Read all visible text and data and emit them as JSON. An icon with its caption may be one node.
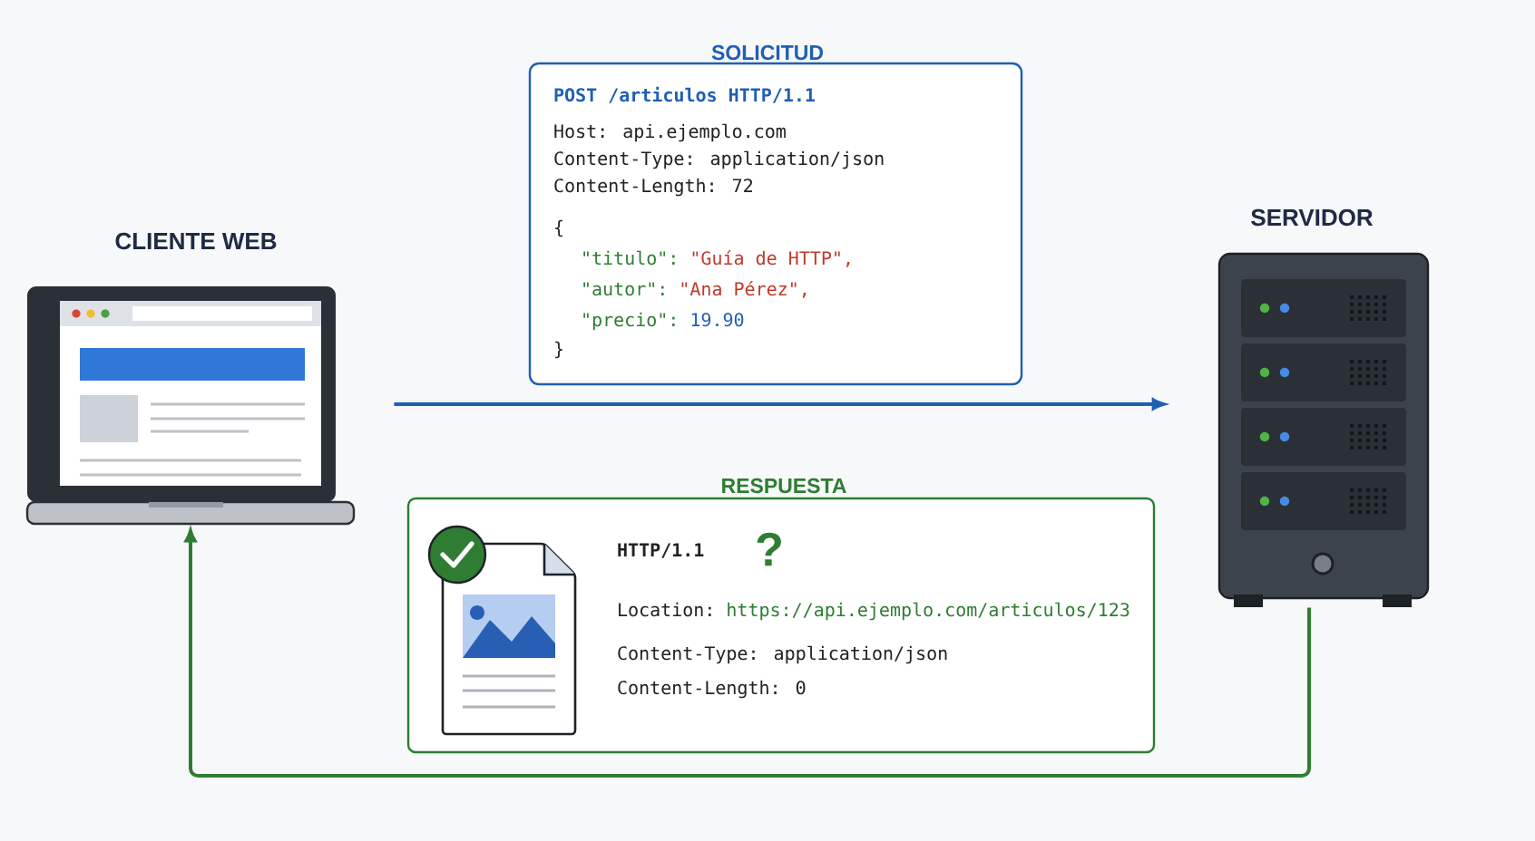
{
  "diagram": {
    "nodes": [
      {
        "text": [
          "CLIENTE WEB"
        ]
      },
      {
        "text": [
          "SERVIDOR"
        ]
      },
      {
        "text": [
          "SOLICITUD",
          "POST /articulos HTTP/1.1",
          "Host: api.ejemplo.com",
          "Content-Type: application/json",
          "Content-Length: 72",
          "{",
          "\"titulo\":",
          "\"Guía de HTTP\",",
          "\"autor\":",
          "\"Ana Pérez\",",
          "\"precio\":",
          "19.90",
          "}"
        ]
      },
      {
        "text": [
          "RESPUESTA",
          "HTTP/1.1",
          "?",
          "Location:",
          "https://api.ejemplo.com/articulos/123",
          "Content-Type: application/json",
          "Content-Length: 0"
        ]
      }
    ],
    "edges": [
      {
        "from": 0,
        "to": 1,
        "arrow": "to",
        "color": "#1f5fb4"
      },
      {
        "from": 1,
        "to": 0,
        "arrow": "to",
        "color": "#2e7d32"
      }
    ]
  }
}
